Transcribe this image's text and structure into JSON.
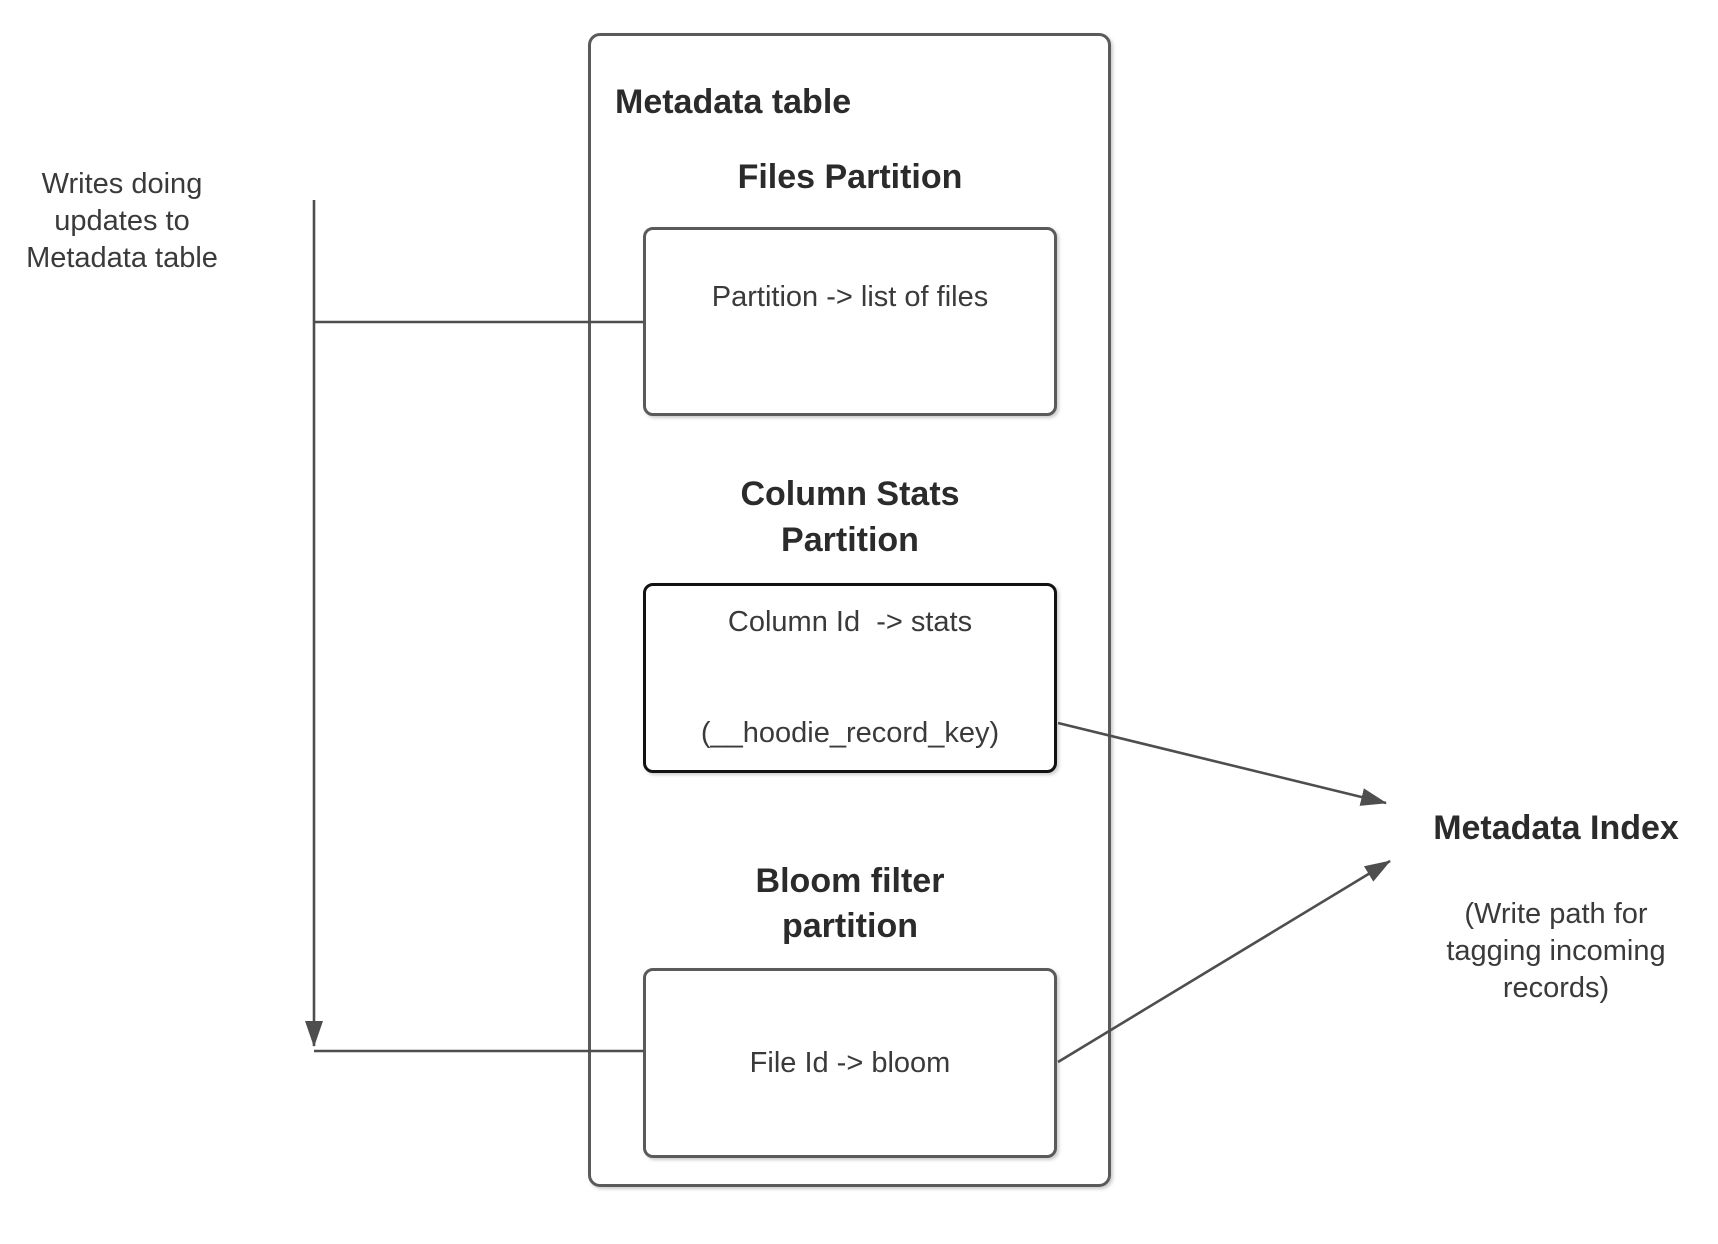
{
  "title": "Metadata table",
  "left_note": {
    "line1": "Writes doing",
    "line2": "updates to",
    "line3": "Metadata table"
  },
  "sections": {
    "files": {
      "heading": "Files Partition",
      "label": "Partition -> list of files"
    },
    "column_stats": {
      "heading_line1": "Column Stats",
      "heading_line2": "Partition",
      "label_line1": "Column Id  -> stats",
      "label_line2": "(__hoodie_record_key)"
    },
    "bloom": {
      "heading_line1": "Bloom filter",
      "heading_line2": "partition",
      "label": "File Id -> bloom"
    }
  },
  "metadata_index": {
    "heading": "Metadata Index",
    "note_line1": "(Write path for",
    "note_line2": "tagging incoming",
    "note_line3": "records)"
  },
  "colors": {
    "background": "#ffffff",
    "connector_line": "#4e4e4e",
    "box_border": "#5a5a5a",
    "emphasis_box_border": "#121212",
    "heading_text": "#2b2b2b",
    "body_text": "#3a3a3a"
  }
}
